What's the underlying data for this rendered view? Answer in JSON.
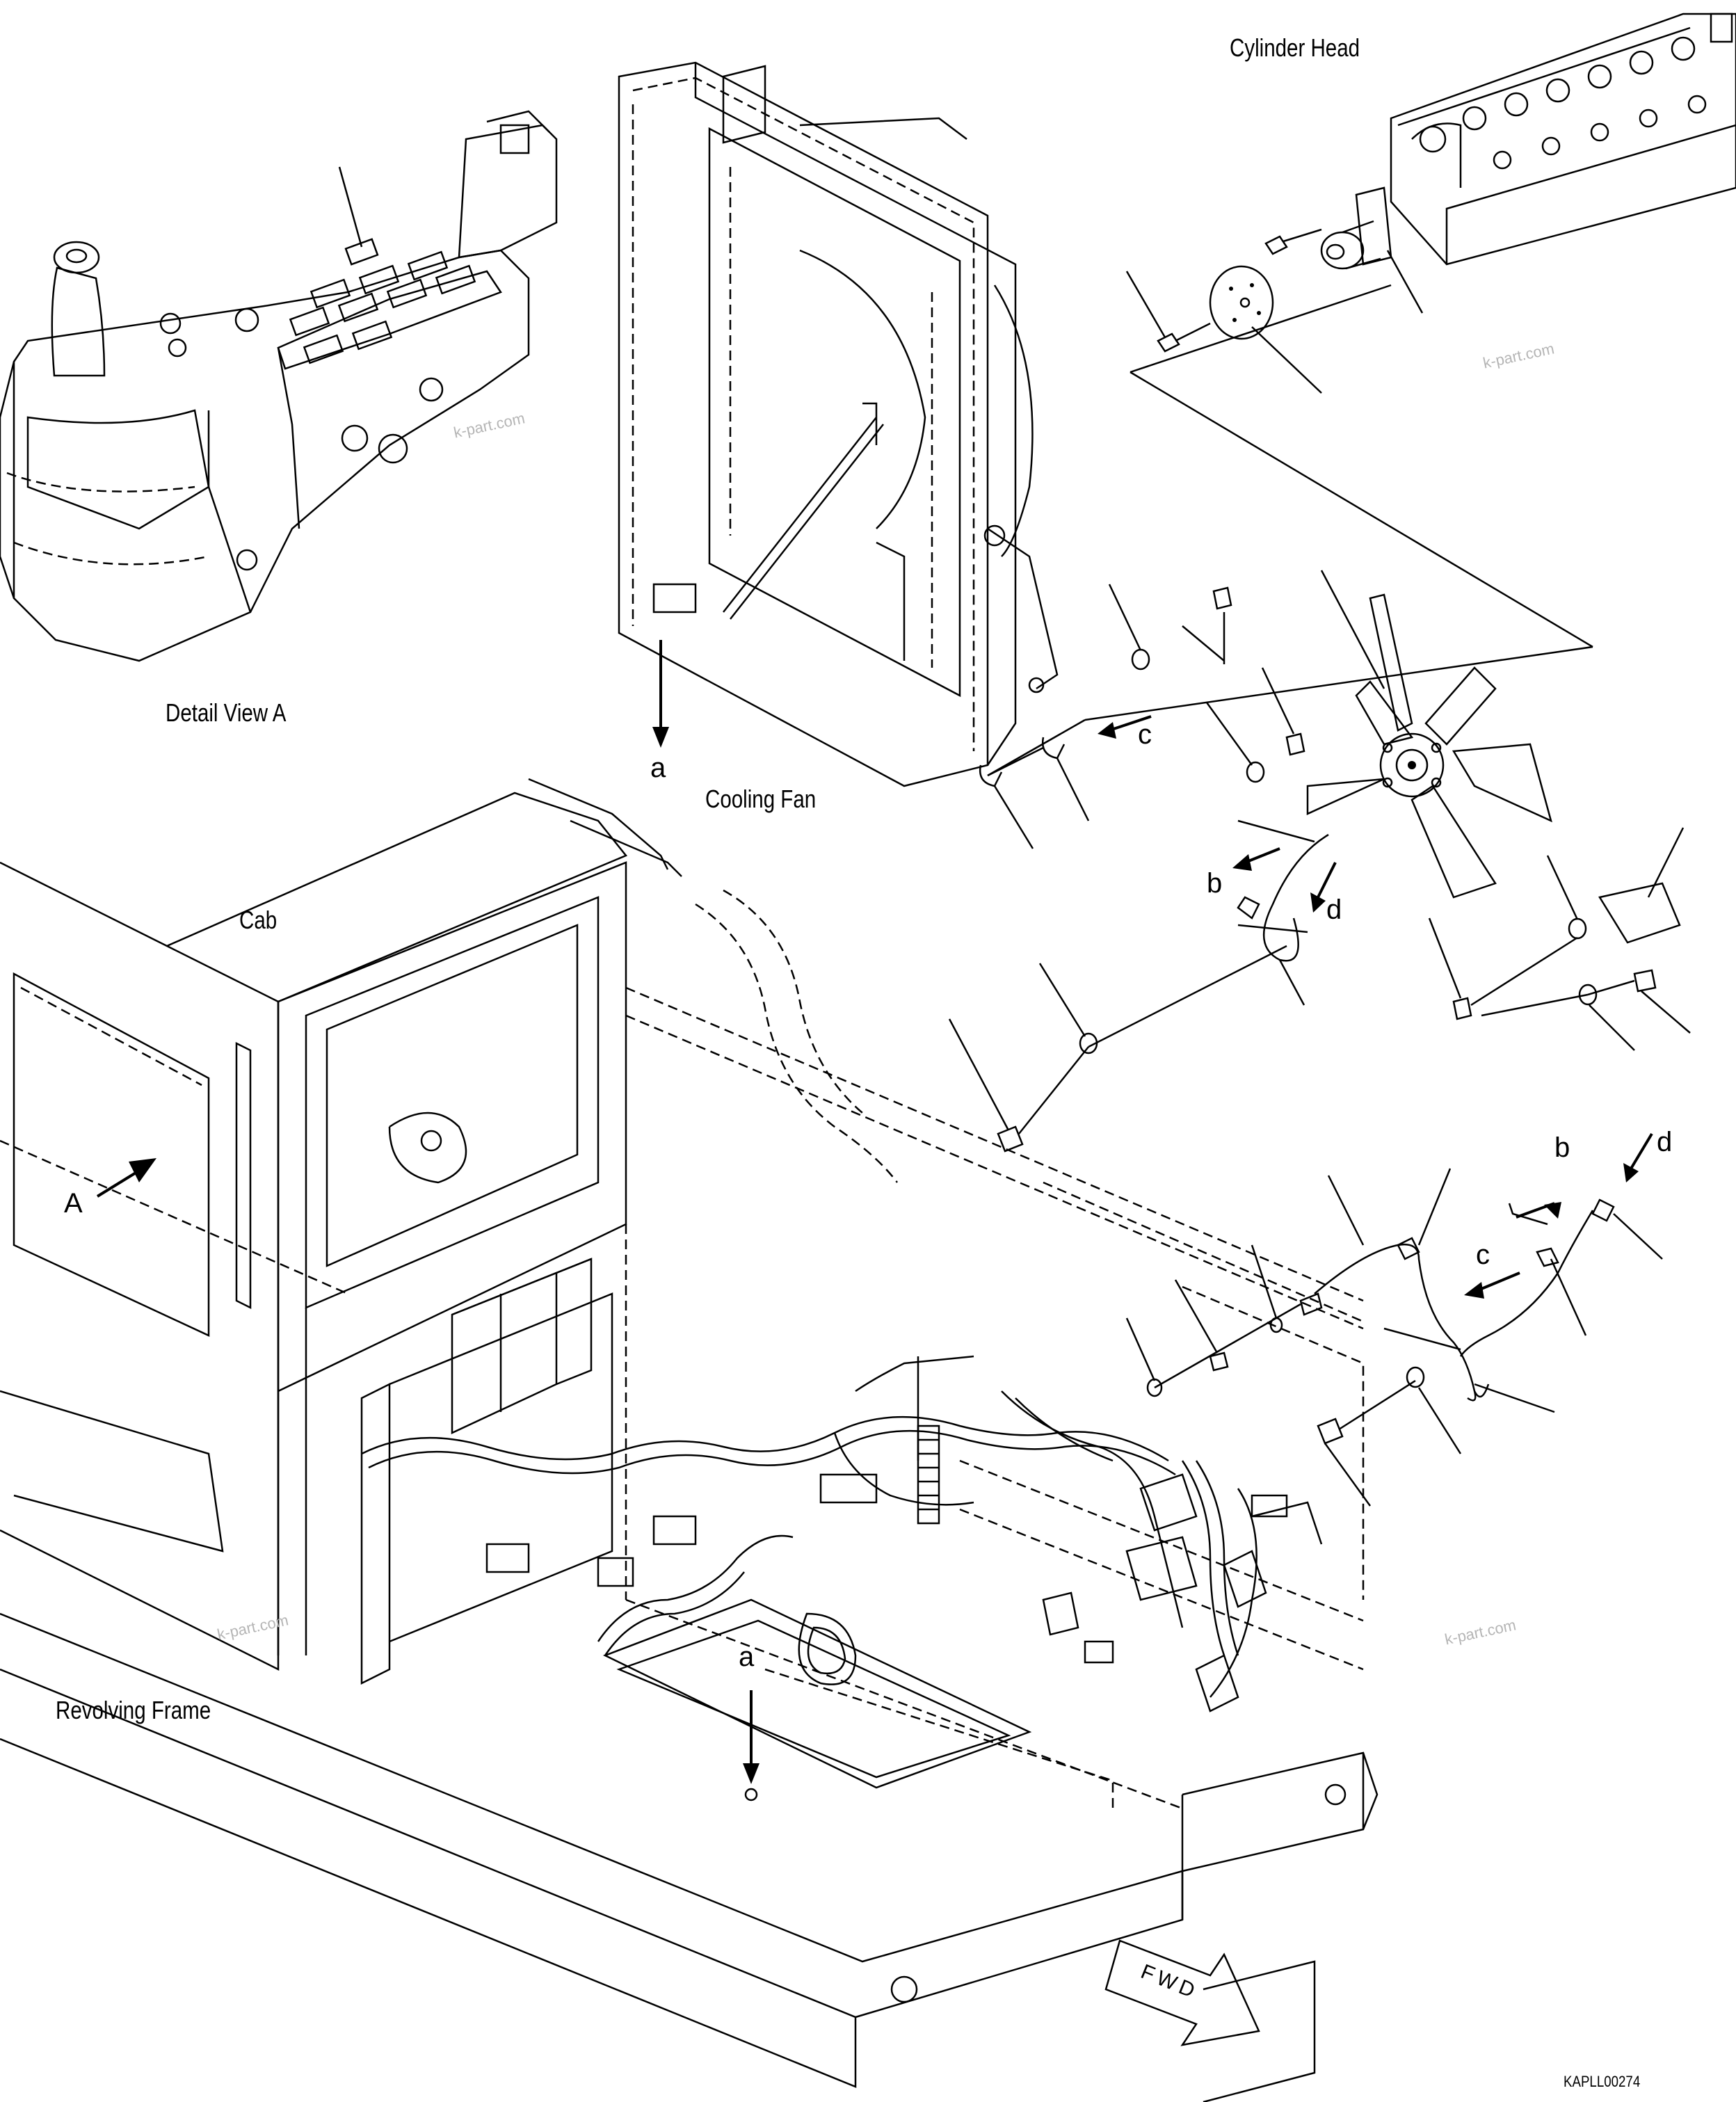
{
  "labels": {
    "cylinder_head": "Cylinder Head",
    "detail_view_a": "Detail View A",
    "cooling_fan": "Cooling Fan",
    "cab": "Cab",
    "revolving_frame": "Revolving Frame",
    "view_a_marker": "A",
    "fwd": "FWD",
    "drawing_code": "KAPLL00274"
  },
  "connection_letters": {
    "a_top": "a",
    "a_bottom": "a",
    "b_upper": "b",
    "b_lower": "b",
    "c_upper": "c",
    "c_lower": "c",
    "d_upper": "d",
    "d_lower": "d"
  },
  "watermarks": {
    "w1": "k-part.com",
    "w2": "k-part.com",
    "w3": "k-part.com",
    "w4": "k-part.com"
  }
}
